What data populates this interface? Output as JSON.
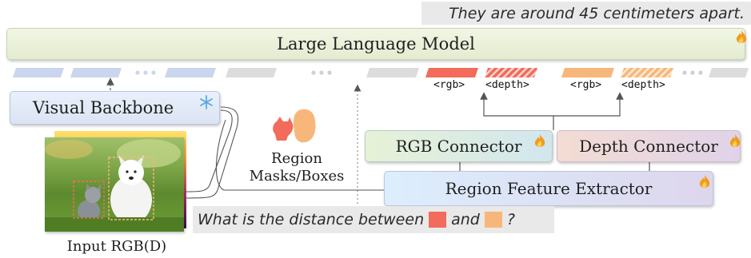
{
  "answer_text": "They are around 45 centimeters apart.",
  "question": {
    "before": "What is the distance between",
    "between": "and",
    "after": "?",
    "swatch_colors": [
      "#f26b5b",
      "#f8b77a"
    ]
  },
  "llm_label": "Large Language Model",
  "visual_backbone_label": "Visual Backbone",
  "rgb_connector_label": "RGB Connector",
  "depth_connector_label": "Depth Connector",
  "region_feature_extractor_label": "Region Feature Extractor",
  "region_masks_label": [
    "Region",
    "Masks/Boxes"
  ],
  "input_label": "Input RGB(D)",
  "token_tags": [
    "<rgb>",
    "<depth>",
    "<rgb>",
    "<depth>"
  ],
  "icons": [
    "fire-icon",
    "snowflake-icon"
  ],
  "colors": {
    "rgb_token_1": "#f26b5b",
    "rgb_token_2": "#f8b77a",
    "visual_token": "#c9d6ee",
    "text_token": "#dcdcdc"
  }
}
